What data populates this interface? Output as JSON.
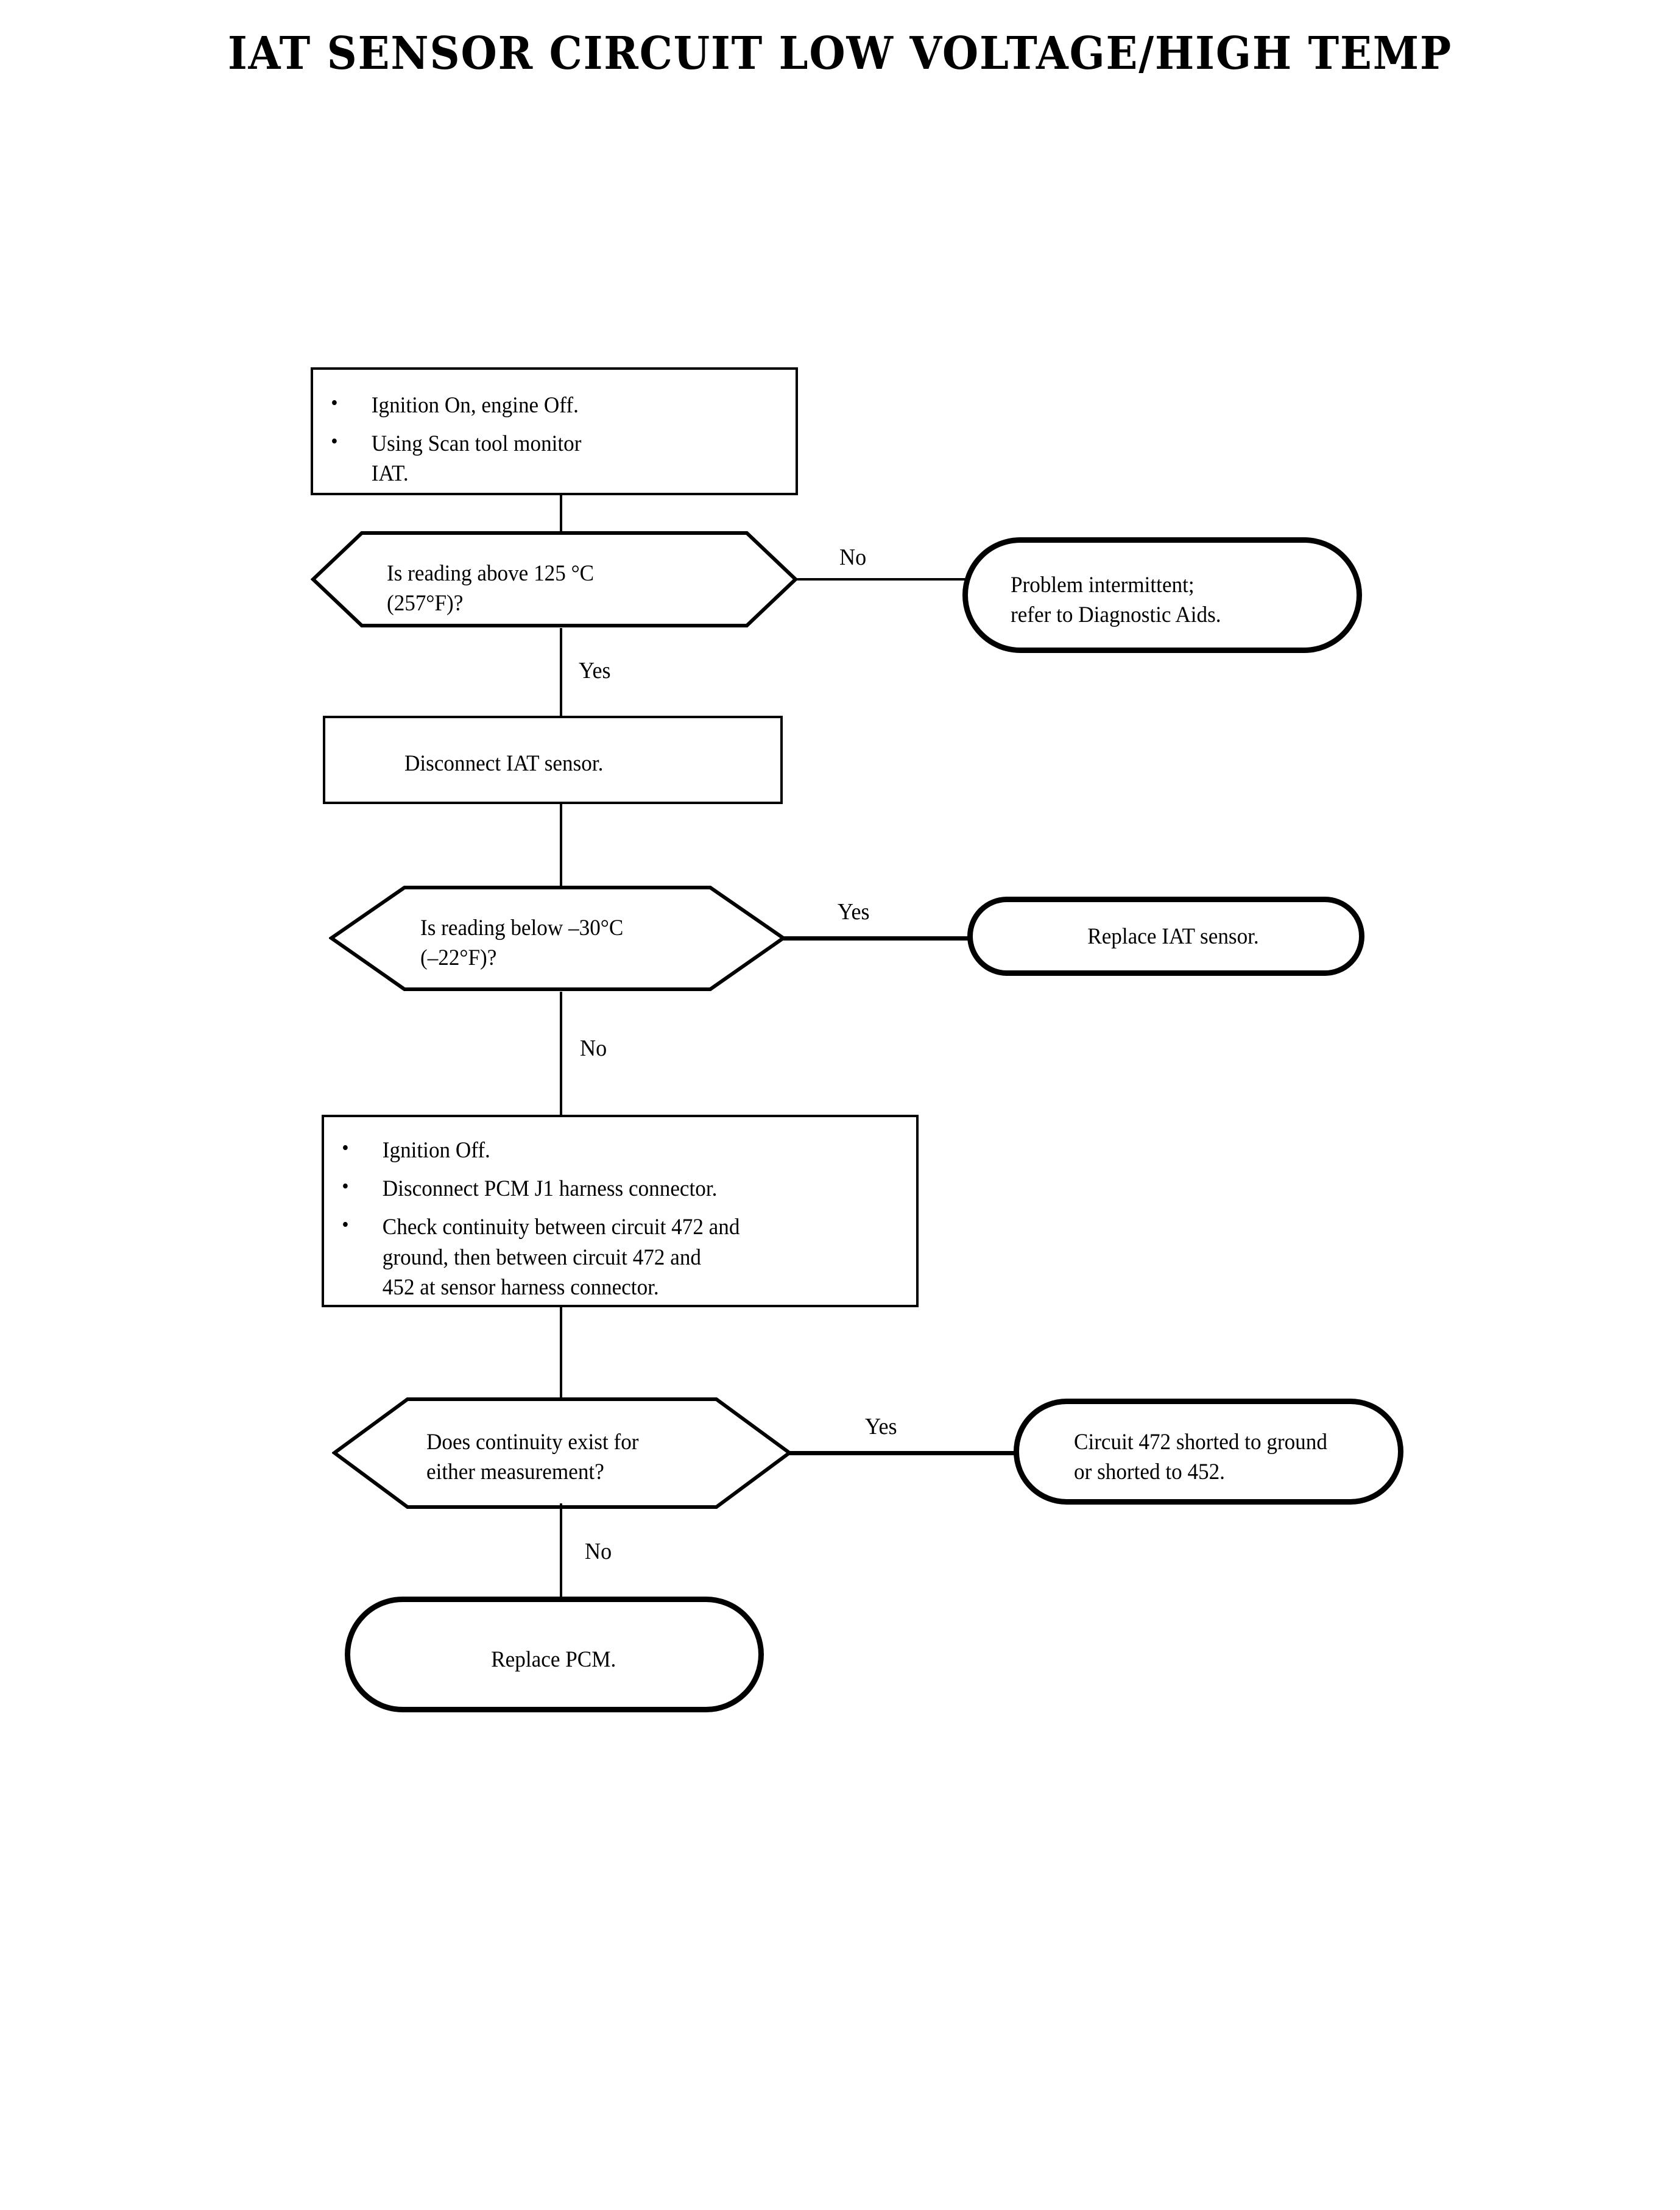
{
  "page": {
    "title": "IAT SENSOR CIRCUIT LOW VOLTAGE/HIGH TEMP",
    "background_color": "#ffffff",
    "ink_color": "#000000"
  },
  "flowchart": {
    "type": "diagnostic-flowchart",
    "nodes": [
      {
        "id": "step1",
        "shape": "process",
        "bullets": [
          "Ignition On, engine Off.",
          "Using Scan tool monitor\nIAT."
        ]
      },
      {
        "id": "decision1",
        "shape": "decision",
        "text": "Is reading above 125 °C\n(257°F)?"
      },
      {
        "id": "terminal1",
        "shape": "terminator",
        "text": "Problem intermittent;\nrefer to Diagnostic Aids."
      },
      {
        "id": "step2",
        "shape": "process",
        "text": "Disconnect IAT sensor."
      },
      {
        "id": "decision2",
        "shape": "decision",
        "text": "Is reading below –30°C\n(–22°F)?"
      },
      {
        "id": "terminal2",
        "shape": "terminator",
        "text": "Replace IAT sensor."
      },
      {
        "id": "step3",
        "shape": "process",
        "bullets": [
          "Ignition Off.",
          "Disconnect PCM J1 harness connector.",
          "Check continuity between circuit 472 and\nground, then between circuit 472 and\n452 at sensor harness connector."
        ]
      },
      {
        "id": "decision3",
        "shape": "decision",
        "text": "Does continuity exist for\neither measurement?"
      },
      {
        "id": "terminal3",
        "shape": "terminator",
        "text": "Circuit 472 shorted to ground\nor shorted to 452."
      },
      {
        "id": "terminal4",
        "shape": "terminator",
        "text": "Replace PCM."
      }
    ],
    "edge_labels": {
      "d1_no": "No",
      "d1_yes": "Yes",
      "d2_yes": "Yes",
      "d2_no": "No",
      "d3_yes": "Yes",
      "d3_no": "No"
    }
  }
}
